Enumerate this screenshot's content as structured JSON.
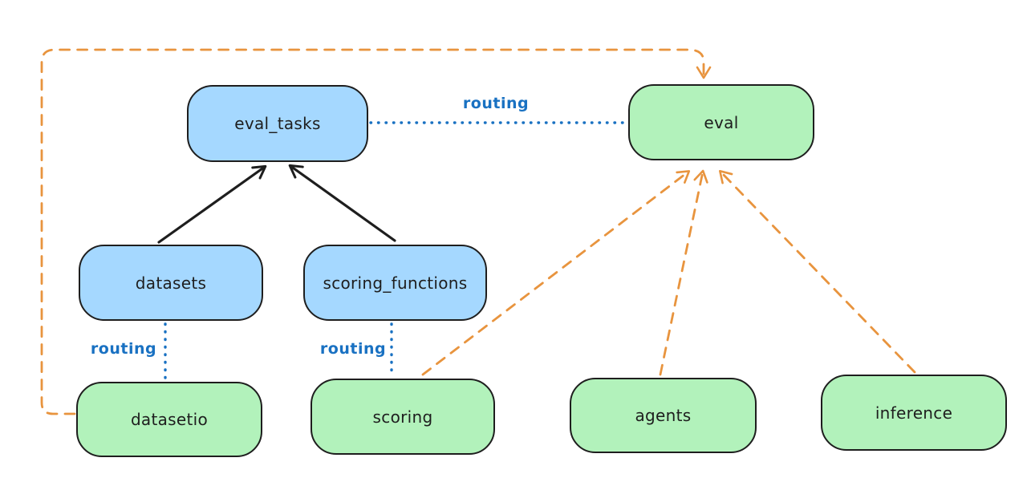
{
  "colors": {
    "blue_node_fill": "#a5d8ff",
    "green_node_fill": "#b2f2bb",
    "node_stroke": "#1e1e1e",
    "routing_blue": "#1971c2",
    "dashed_orange": "#e8943e",
    "background": "#ffffff"
  },
  "nodes": {
    "eval_tasks": {
      "label": "eval_tasks",
      "color": "blue"
    },
    "eval": {
      "label": "eval",
      "color": "green"
    },
    "datasets": {
      "label": "datasets",
      "color": "blue"
    },
    "scoring_functions": {
      "label": "scoring_functions",
      "color": "blue"
    },
    "datasetio": {
      "label": "datasetio",
      "color": "green"
    },
    "scoring": {
      "label": "scoring",
      "color": "green"
    },
    "agents": {
      "label": "agents",
      "color": "green"
    },
    "inference": {
      "label": "inference",
      "color": "green"
    }
  },
  "edges": [
    {
      "from": "datasets",
      "to": "eval_tasks",
      "style": "solid-arrow",
      "color": "black"
    },
    {
      "from": "scoring_functions",
      "to": "eval_tasks",
      "style": "solid-arrow",
      "color": "black"
    },
    {
      "from": "eval_tasks",
      "to": "eval",
      "style": "dotted-line",
      "color": "blue",
      "label": "routing"
    },
    {
      "from": "datasets",
      "to": "datasetio",
      "style": "dotted-line",
      "color": "blue",
      "label": "routing"
    },
    {
      "from": "scoring_functions",
      "to": "scoring",
      "style": "dotted-line",
      "color": "blue",
      "label": "routing"
    },
    {
      "from": "datasetio",
      "to": "eval",
      "style": "dashed-arrow",
      "color": "orange"
    },
    {
      "from": "scoring",
      "to": "eval",
      "style": "dashed-arrow",
      "color": "orange"
    },
    {
      "from": "agents",
      "to": "eval",
      "style": "dashed-arrow",
      "color": "orange"
    },
    {
      "from": "inference",
      "to": "eval",
      "style": "dashed-arrow",
      "color": "orange"
    }
  ]
}
